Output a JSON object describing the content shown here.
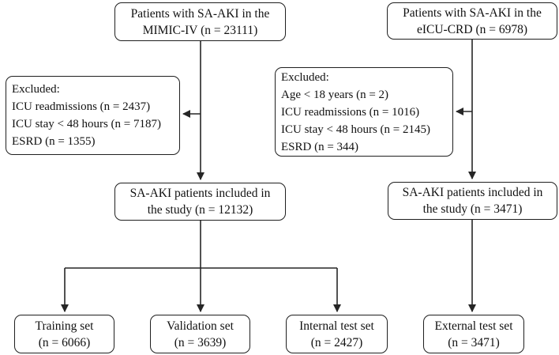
{
  "figure": {
    "type": "flowchart",
    "background_color": "#ffffff",
    "line_color": "#262626",
    "text_color": "#111111",
    "boxes": {
      "mimic_source": {
        "lines": [
          "Patients with SA-AKI in the",
          "MIMIC-IV (n = 23111)"
        ]
      },
      "eicu_source": {
        "lines": [
          "Patients with SA-AKI in the",
          "eICU-CRD (n = 6978)"
        ]
      },
      "mimic_excluded": {
        "lines": [
          "Excluded:",
          "ICU readmissions (n = 2437)",
          "ICU stay < 48 hours (n = 7187)",
          "ESRD (n = 1355)"
        ]
      },
      "eicu_excluded": {
        "lines": [
          "Excluded:",
          "Age < 18 years (n = 2)",
          "ICU readmissions (n = 1016)",
          "ICU stay < 48 hours (n = 2145)",
          "ESRD (n = 344)"
        ]
      },
      "mimic_included": {
        "lines": [
          "SA-AKI patients included in",
          "the study (n = 12132)"
        ]
      },
      "eicu_included": {
        "lines": [
          "SA-AKI patients included in",
          "the study (n = 3471)"
        ]
      },
      "training_set": {
        "lines": [
          "Training set",
          "(n = 6066)"
        ]
      },
      "validation_set": {
        "lines": [
          "Validation set",
          "(n = 3639)"
        ]
      },
      "internal_test_set": {
        "lines": [
          "Internal test set",
          "(n = 2427)"
        ]
      },
      "external_test_set": {
        "lines": [
          "External test set",
          "(n = 3471)"
        ]
      }
    }
  }
}
